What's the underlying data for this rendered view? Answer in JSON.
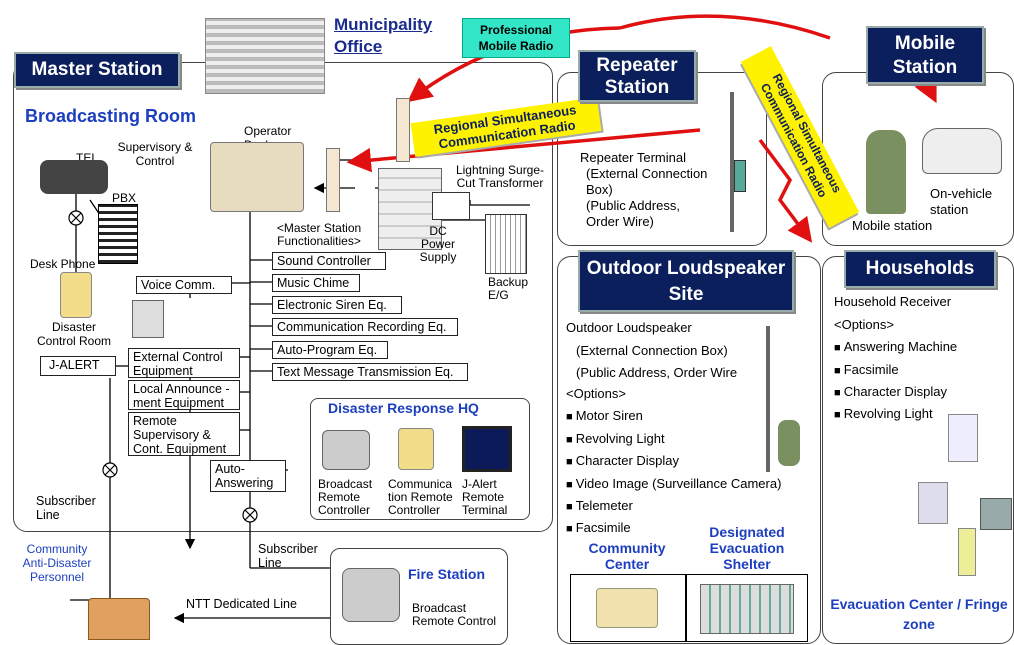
{
  "municipality": "Municipality Office",
  "pmr": "Professional Mobile Radio",
  "rscr_horizontal": "Regional Simultaneous Communication Radio",
  "rscr_vertical": "Regional Simultaneous Communication Radio",
  "master": {
    "title": "Master Station",
    "room": "Broadcasting Room",
    "supervisory": "Supervisory & Control",
    "operator_desk": "Operator Desk",
    "tel": "TEL",
    "pbx": "PBX",
    "desk_phone": "Desk Phone",
    "voice_comm": "Voice Comm.",
    "disaster_control": "Disaster Control Room",
    "lightning": "Lightning Surge-Cut Transformer",
    "dc_power": "DC Power Supply",
    "backup": "Backup E/G",
    "functionalities": "<Master Station Functionalities>",
    "functions": [
      "Sound Controller",
      "Music Chime",
      "Electronic Siren Eq.",
      "Communication Recording Eq.",
      "Auto-Program Eq.",
      "Text Message Transmission Eq."
    ],
    "jalert": "J-ALERT",
    "ext_control": "External Control Equipment",
    "local_announce": "Local Announce -ment Equipment",
    "remote_sup": "Remote Supervisory & Cont. Equipment",
    "auto_answering": "Auto-Answering",
    "subscriber_line": "Subscriber Line"
  },
  "hq": {
    "title": "Disaster Response HQ",
    "items": [
      "Broadcast Remote Controller",
      "Communica tion Remote Controller",
      "J-Alert Remote Terminal"
    ]
  },
  "community_personnel": "Community Anti-Disaster Personnel",
  "subscriber_line2": "Subscriber Line",
  "ntt_line": "NTT Dedicated Line",
  "fire": {
    "title": "Fire Station",
    "item": "Broadcast Remote Control"
  },
  "repeater": {
    "title": "Repeater Station",
    "terminal": "Repeater Terminal",
    "detail1": "(External Connection Box)",
    "detail2": "(Public Address, Order Wire)"
  },
  "mobile": {
    "title": "Mobile Station",
    "mobile_station": "Mobile station",
    "vehicle": "On-vehicle station"
  },
  "outdoor": {
    "title": "Outdoor Loudspeaker Site",
    "loudspeaker": "Outdoor Loudspeaker",
    "detail1": "(External Connection Box)",
    "detail2": "(Public Address, Order Wire",
    "options": "<Options>",
    "items": [
      "Motor Siren",
      "Revolving Light",
      "Character Display",
      "Video Image (Surveillance Camera)",
      "Telemeter",
      "Facsimile"
    ],
    "community_center": "Community Center",
    "shelter": "Designated Evacuation Shelter"
  },
  "households": {
    "title": "Households",
    "receiver": "Household Receiver",
    "options": "<Options>",
    "items": [
      "Answering Machine",
      "Facsimile",
      "Character Display",
      "Revolving Light"
    ],
    "evac": "Evacuation Center / Fringe zone"
  }
}
